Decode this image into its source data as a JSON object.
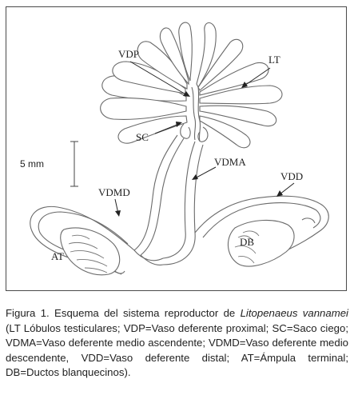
{
  "labels": {
    "vdp": "VDP",
    "lt": "LT",
    "sc": "SC",
    "vdma": "VDMA",
    "vdd": "VDD",
    "vdmd": "VDMD",
    "at": "AT",
    "db": "DB"
  },
  "scale": {
    "text": "5 mm"
  },
  "caption": {
    "lead": "Figura 1. Esquema del sistema reproductor de ",
    "species": "Litopenaeus vannamei",
    "rest": " (LT Lóbulos testiculares; VDP=Vaso deferente proximal; SC=Saco ciego; VDMA=Vaso deferente medio ascendente; VDMD=Vaso deferente medio descendente, VDD=Vaso deferente distal; AT=Ámpula terminal; DB=Ductos blanquecinos)."
  }
}
